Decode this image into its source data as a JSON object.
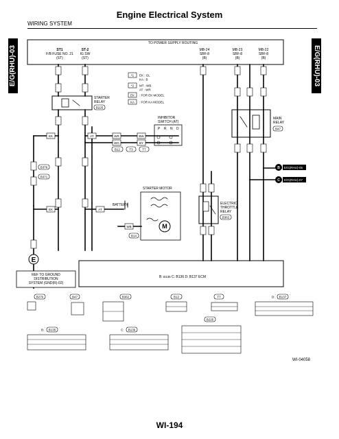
{
  "header": {
    "title": "Engine Electrical System",
    "section": "WIRING SYSTEM",
    "side_tab": "E/G(RHU)-03",
    "page_number": "WI-194",
    "figure_id": "WI-04058"
  },
  "top_box": {
    "title": "TO POWER SUPPLY ROUTING",
    "blocks": [
      {
        "label": "ST1\nF/B FUSE NO. 21\n(ST)"
      },
      {
        "label": "ST-2\nIG SW\n(ST)"
      },
      {
        "label": "MB-24\nSBF-8\n(B)"
      },
      {
        "label": "MB-23\nSBF-8\n(B)"
      },
      {
        "label": "MB-22\nSBF-8\n(B)"
      }
    ]
  },
  "legend": {
    "items": [
      {
        "code": "*1",
        "text": "EK : GL\nKA : B"
      },
      {
        "code": "*2",
        "text": "MT : WB\nAT : WR"
      },
      {
        "code": "EK",
        "text": ": FOR EK MODEL"
      },
      {
        "code": "KA",
        "text": ": FOR KA MODEL"
      }
    ]
  },
  "components": {
    "starter_relay": {
      "name": "STARTER\nRELAY",
      "ref": "B225"
    },
    "main_relay": {
      "name": "MAIN\nRELAY",
      "ref": "B47"
    },
    "inhibitor_switch": {
      "name": "INHIBITOR\nSWITCH (AT)",
      "positions": [
        "P",
        "R",
        "N",
        "D"
      ]
    },
    "starter_motor": {
      "name": "STARTER MOTOR",
      "ref": "B14"
    },
    "battery": {
      "name": "BATTERY"
    },
    "etc_relay": {
      "name": "ELECTRIC\nTHROTTLE\nRELAY",
      "ref": "B362"
    },
    "ground": {
      "name": "E",
      "ref_box": "REF TO GROUND\nDISTRIBUTION\nSYSTEM (GND(R)-02)"
    }
  },
  "connectors_inline": [
    "B376",
    "B371",
    "B12",
    "T3",
    "T7"
  ],
  "off_page": [
    {
      "letter": "B",
      "text": "E/G(RHU)-05"
    },
    {
      "letter": "C",
      "text": "E/G(RHU)-07"
    }
  ],
  "ecm_label": "B: B135 C: B136 D: B137 ECM",
  "tags": {
    "ek": "EK",
    "ka": "KA",
    "at": "AT",
    "mt": "MT",
    "wb": "WB"
  },
  "connector_views": {
    "row1": [
      "B270",
      "B47",
      "B362",
      "B12",
      "T7",
      "D: B137"
    ],
    "row2": [
      "B225"
    ],
    "row3": [
      "B: B135",
      "C: B136"
    ]
  }
}
